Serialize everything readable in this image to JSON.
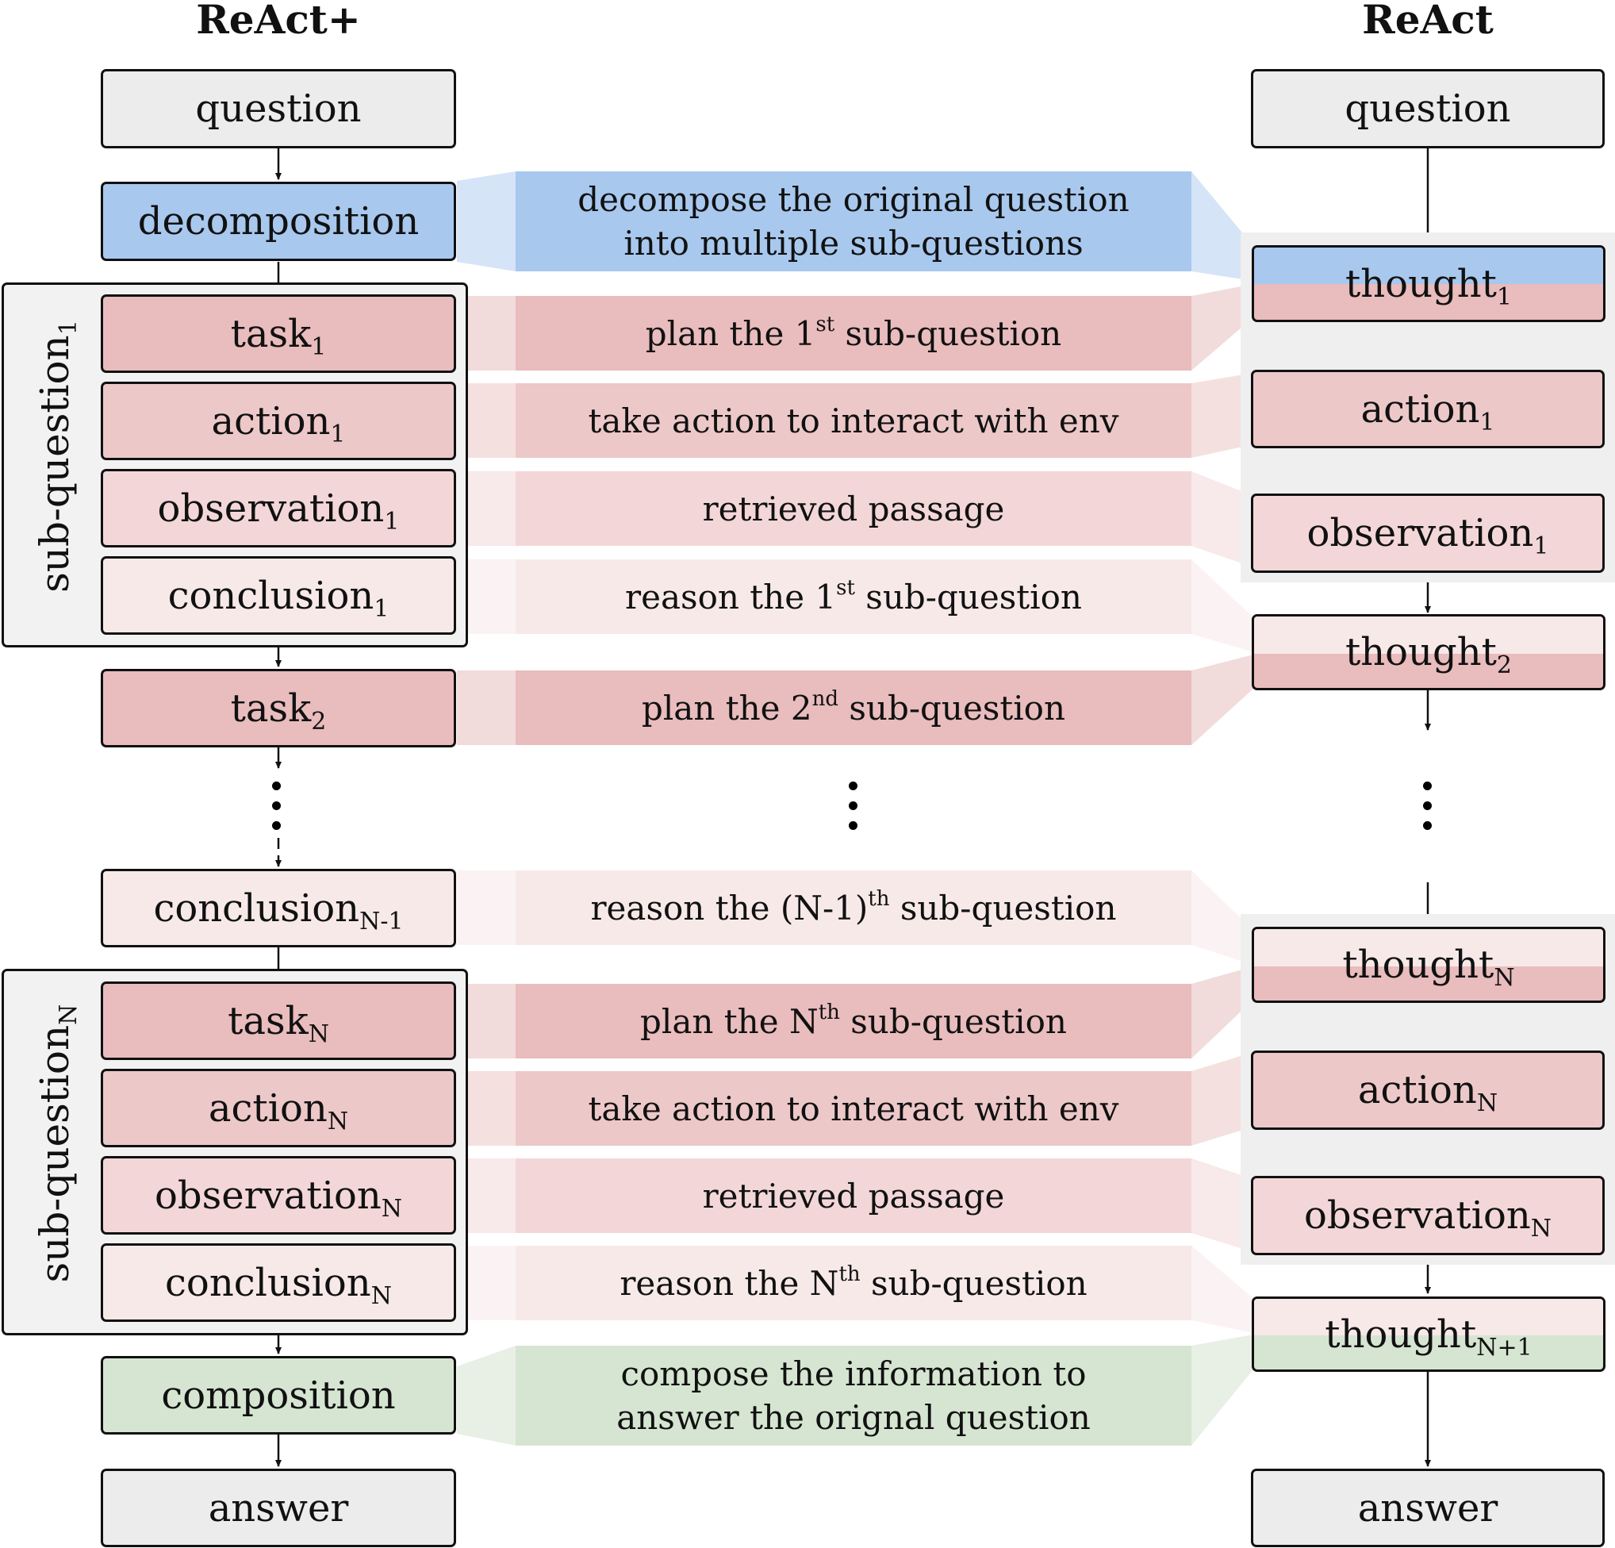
{
  "colors": {
    "gray": "#ececec",
    "blue": "#a8c8ee",
    "task_red": "#e9bcbd",
    "action_red": "#edc8c9",
    "observation_red": "#f3d7d8",
    "conclusion_red": "#f8e9e9",
    "green": "#d6e5d2",
    "group_bg": "#f2f2f2"
  },
  "titles": {
    "left": "ReAct+",
    "right": "ReAct"
  },
  "left": {
    "question": "question",
    "decomposition": "decomposition",
    "sub_question_1": {
      "base": "sub-question",
      "sub": "1"
    },
    "task_1": {
      "base": "task",
      "sub": "1"
    },
    "action_1": {
      "base": "action",
      "sub": "1"
    },
    "observation_1": {
      "base": "observation",
      "sub": "1"
    },
    "conclusion_1": {
      "base": "conclusion",
      "sub": "1"
    },
    "task_2": {
      "base": "task",
      "sub": "2"
    },
    "conclusion_n_minus_1": {
      "base": "conclusion",
      "sub": "N-1"
    },
    "sub_question_n": {
      "base": "sub-question",
      "sub": "N"
    },
    "task_n": {
      "base": "task",
      "sub": "N"
    },
    "action_n": {
      "base": "action",
      "sub": "N"
    },
    "observation_n": {
      "base": "observation",
      "sub": "N"
    },
    "conclusion_n": {
      "base": "conclusion",
      "sub": "N"
    },
    "composition": "composition",
    "answer": "answer"
  },
  "middle": {
    "decompose_line1": "decompose the original question",
    "decompose_line2": "into multiple sub-questions",
    "plan_1": {
      "pre": "plan the 1",
      "sup": "st",
      "post": " sub-question"
    },
    "action_1": "take action to interact with env",
    "observation_1": "retrieved passage",
    "reason_1": {
      "pre": "reason the 1",
      "sup": "st",
      "post": " sub-question"
    },
    "plan_2": {
      "pre": "plan the 2",
      "sup": "nd",
      "post": " sub-question"
    },
    "reason_n_minus_1": {
      "pre": "reason the (N-1)",
      "sup": "th",
      "post": " sub-question"
    },
    "plan_n": {
      "pre": "plan the N",
      "sup": "th",
      "post": " sub-question"
    },
    "action_n": "take action to interact with env",
    "observation_n": "retrieved passage",
    "reason_n": {
      "pre": "reason the N",
      "sup": "th",
      "post": " sub-question"
    },
    "compose_line1": "compose the information to",
    "compose_line2": "answer the orignal question"
  },
  "right": {
    "question": "question",
    "thought_1": {
      "base": "thought",
      "sub": "1"
    },
    "action_1": {
      "base": "action",
      "sub": "1"
    },
    "observation_1": {
      "base": "observation",
      "sub": "1"
    },
    "thought_2": {
      "base": "thought",
      "sub": "2"
    },
    "thought_n": {
      "base": "thought",
      "sub": "N"
    },
    "action_n": {
      "base": "action",
      "sub": "N"
    },
    "observation_n": {
      "base": "observation",
      "sub": "N"
    },
    "thought_n_plus_1": {
      "base": "thought",
      "sub": "N+1"
    },
    "answer": "answer"
  }
}
